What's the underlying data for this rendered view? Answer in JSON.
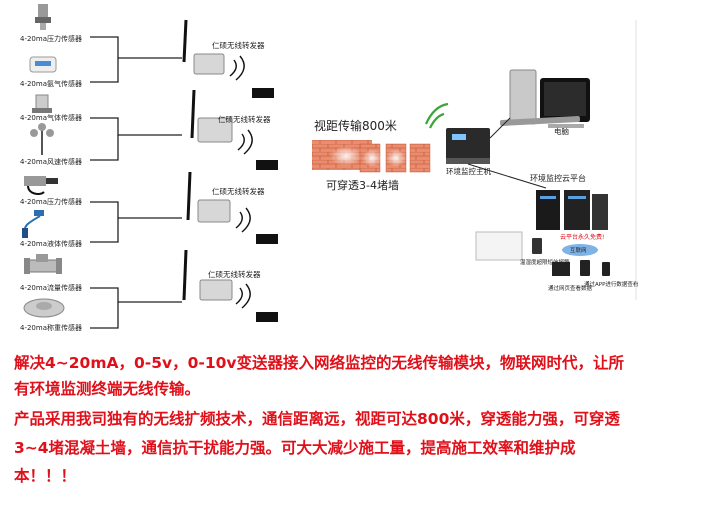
{
  "sensors": [
    {
      "label": "4-20ma压力传感器",
      "icon": "pressure-sensor-icon"
    },
    {
      "label": "4-20ma氨气传感器",
      "icon": "ammonia-sensor-icon"
    },
    {
      "label": "4-20ma气体传感器",
      "icon": "gas-sensor-icon"
    },
    {
      "label": "4-20ma风速传感器",
      "icon": "anemometer-icon"
    },
    {
      "label": "4-20ma压力传感器",
      "icon": "pressure-sensor-icon"
    },
    {
      "label": "4-20ma液体传感器",
      "icon": "liquid-level-sensor-icon"
    },
    {
      "label": "4-20ma流量传感器",
      "icon": "flow-meter-icon"
    },
    {
      "label": "4-20ma称重传感器",
      "icon": "load-cell-icon"
    }
  ],
  "transmitters": [
    {
      "label": "仁硕无线转发器"
    },
    {
      "label": "仁硕无线转发器"
    },
    {
      "label": "仁硕无线转发器"
    },
    {
      "label": "仁硕无线转发器"
    }
  ],
  "wall": {
    "range_text": "视距传输800米",
    "penetrate_text": "可穿透3-4堵墙"
  },
  "host": {
    "label": "环境监控主机"
  },
  "pc": {
    "label": "电脑"
  },
  "cloud": {
    "label": "环境监控云平台",
    "free_text": "云平台永久免费!",
    "internet_label": "互联网",
    "alarm_text": "温湿度超限短信报警",
    "web_text": "通过网页查看数据",
    "app_text": "通过APP进行数据查看"
  },
  "paragraph": {
    "line1": "解决4~20mA，0-5v，0-10v变送器接入网络监控的无线传输模块，物联网时代，让所",
    "line2": "有环境监测终端无线传输。",
    "line3": "产品采用我司独有的无线扩频技术，通信距离远，视距可达800米，穿透能力强，可穿透",
    "line4": "3~4堵混凝土墙，通信抗干扰能力强。可大大减少施工量，提高施工效率和维护成",
    "line5": "本！！！"
  },
  "colors": {
    "accent": "#e0101a",
    "brick": "#e0795a",
    "signal": "#3aa63a"
  }
}
